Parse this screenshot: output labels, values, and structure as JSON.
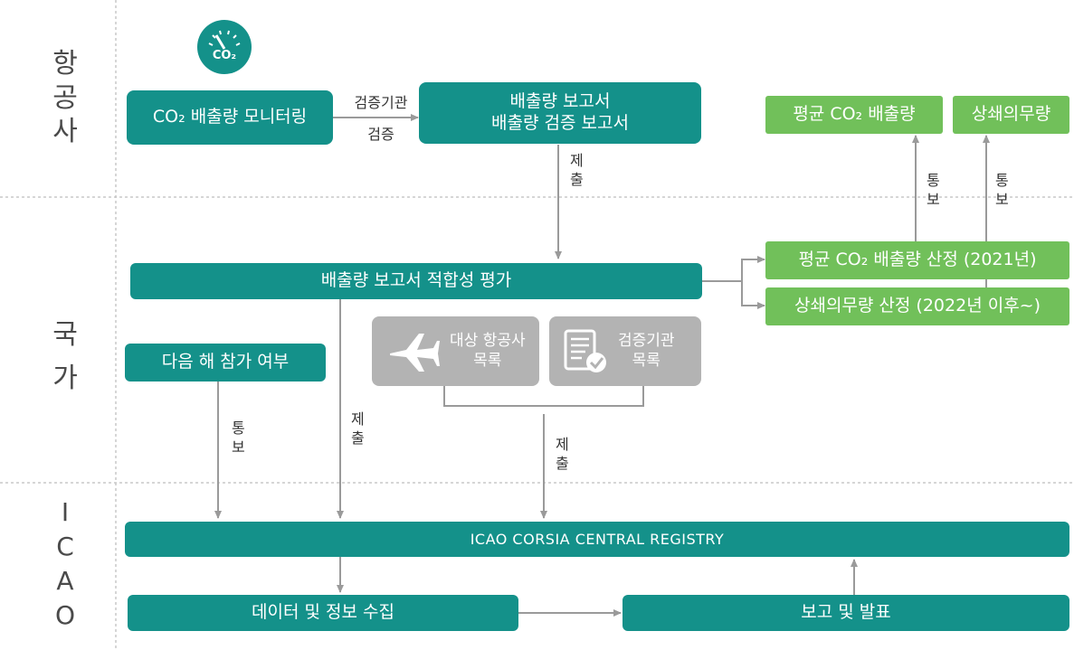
{
  "rows": {
    "airline": [
      "항",
      "공",
      "사"
    ],
    "state": [
      "국",
      "가"
    ],
    "icao": [
      "I",
      "C",
      "A",
      "O"
    ]
  },
  "icon": {
    "co2_label": "CO₂"
  },
  "boxes": {
    "monitoring": "CO₂ 배출량 모니터링",
    "report_line1": "배출량 보고서",
    "report_line2": "배출량 검증 보고서",
    "avg_co2": "평균 CO₂ 배출량",
    "offset": "상쇄의무량",
    "suitability": "배출량 보고서 적합성 평가",
    "avg_calc": "평균 CO₂ 배출량 산정 (2021년)",
    "offset_calc": "상쇄의무량 산정 (2022년 이후~)",
    "next_year": "다음 해 참가 여부",
    "target_airlines_line1": "대상 항공사",
    "target_airlines_line2": "목록",
    "verifier_list_line1": "검증기관",
    "verifier_list_line2": "목록",
    "registry": "ICAO CORSIA CENTRAL REGISTRY",
    "data_collect": "데이터 및 정보 수집",
    "report_pub": "보고 및 발표"
  },
  "labels": {
    "verify_top": "검증기관",
    "verify_bottom": "검증",
    "submit_chars": [
      "제",
      "출"
    ],
    "notify_chars": [
      "통",
      "보"
    ]
  },
  "icons": [
    "co2-gauge-icon",
    "airplane-icon",
    "document-check-icon"
  ],
  "colors": {
    "teal": "#14918a",
    "green": "#71c05a",
    "gray": "#b3b3b3",
    "arrow": "#9a9a9a"
  }
}
